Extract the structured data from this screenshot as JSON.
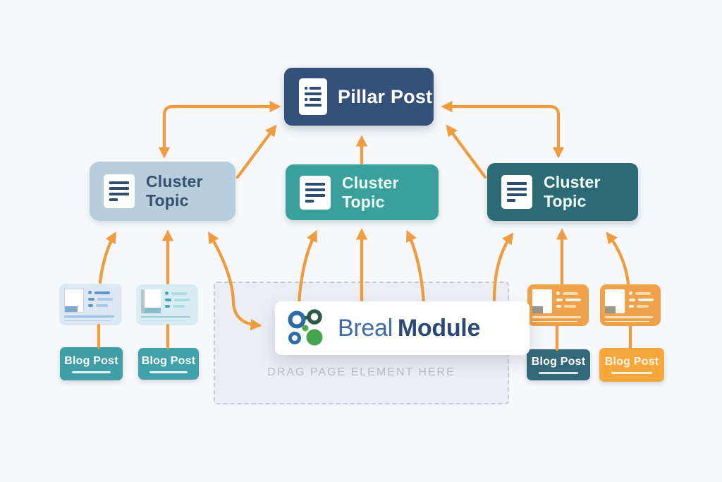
{
  "title": "Pillar post and cluster topic content diagram",
  "pillar": {
    "label": "Pillar Post",
    "icon": "article-icon",
    "color": "#345179"
  },
  "clusters": [
    {
      "label": "Cluster Topic",
      "icon": "text-lines-icon",
      "color": "#b7cedd",
      "text_color": "#33506e"
    },
    {
      "label": "Cluster Topic",
      "icon": "text-lines-icon",
      "color": "#3ba09c",
      "text_color": "#ecfaf8"
    },
    {
      "label": "Cluster Topic",
      "icon": "text-lines-icon",
      "color": "#2c6a76",
      "text_color": "#f2fbfa"
    }
  ],
  "blog_posts": [
    {
      "label": "Blog Post",
      "color": "#3f9ea6"
    },
    {
      "label": "Blog Post",
      "color": "#42a2ab"
    },
    {
      "label": "Blog Post",
      "color": "#336979"
    },
    {
      "label": "Blog Post",
      "color": "#f7a83d"
    }
  ],
  "module_card": {
    "brand": "Breal",
    "product": "Module",
    "logo": "linked-circles-logo",
    "brand_color": "#3e6ba3",
    "product_color": "#2b4a73"
  },
  "dropzone": {
    "label": "DRAG PAGE ELEMENT HERE",
    "text_color": "#b8bec9"
  },
  "arrow_color": "#ef9b40"
}
